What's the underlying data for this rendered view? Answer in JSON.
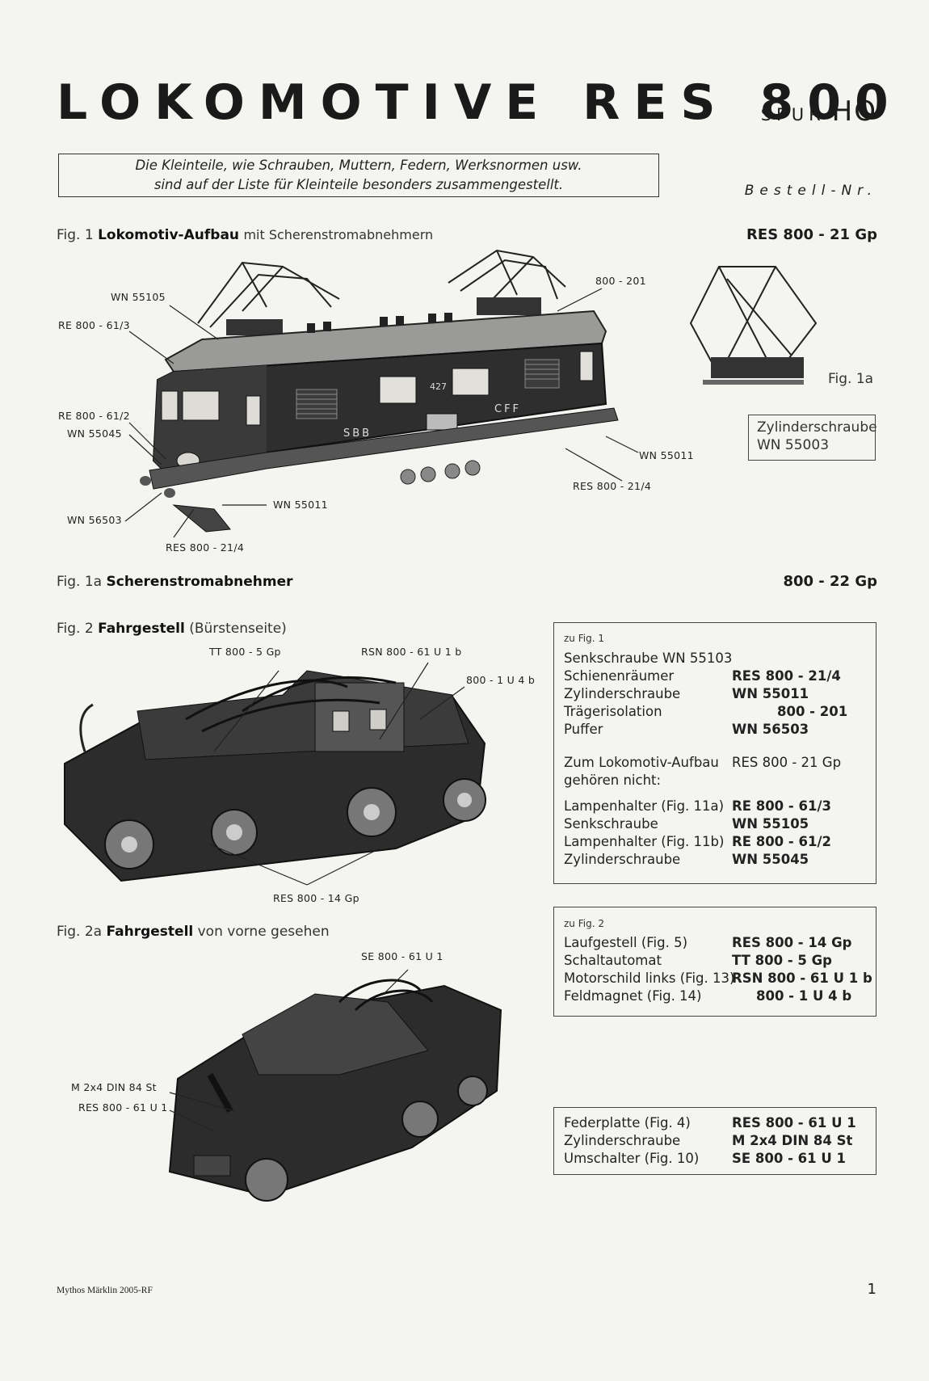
{
  "header": {
    "title": "LOKOMOTIVE RES 800",
    "spur_label": "SPUR",
    "spur_value": "HO",
    "notice_line1": "Die Kleinteile, wie Schrauben, Muttern, Federn, Werksnormen usw.",
    "notice_line2": "sind auf der Liste für Kleinteile besonders zusammengestellt.",
    "bestell": "Bestell-Nr."
  },
  "fig1": {
    "prefix": "Fig. 1",
    "bold": "Lokomotiv-Aufbau",
    "rest": "mit Scherenstromabnehmern",
    "order": "RES 800 - 21 Gp",
    "labels": {
      "wn55105": "WN 55105",
      "re800_613": "RE 800 - 61/3",
      "re800_612": "RE 800 - 61/2",
      "wn55045": "WN 55045",
      "wn56503": "WN 56503",
      "wn55011_bottom": "WN 55011",
      "res800_214_bottom": "RES 800 - 21/4",
      "t800_201": "800 - 201",
      "wn55011_right": "WN 55011",
      "res800_214_right": "RES 800 - 21/4"
    },
    "loco_text": {
      "sbb": "SBB",
      "cff": "CFF",
      "number": "427"
    }
  },
  "fig1a": {
    "label": "Fig. 1a",
    "callout_line1": "Zylinderschraube",
    "callout_line2": "WN 55003",
    "prefix": "Fig. 1a",
    "bold": "Scherenstromabnehmer",
    "order": "800 - 22 Gp"
  },
  "fig2": {
    "prefix": "Fig. 2",
    "bold": "Fahrgestell",
    "rest": "(Bürstenseite)",
    "labels": {
      "tt": "TT 800 - 5 Gp",
      "rsn": "RSN 800 - 61 U 1 b",
      "u4b": "800 - 1 U 4 b",
      "res14": "RES 800 - 14 Gp"
    }
  },
  "fig2a": {
    "prefix": "Fig. 2a",
    "bold": "Fahrgestell",
    "rest": "von vorne gesehen",
    "labels": {
      "se": "SE 800 - 61 U 1",
      "m2x4": "M 2x4 DIN 84 St",
      "res61": "RES 800 - 61 U 1"
    }
  },
  "table1": {
    "heading": "zu Fig. 1",
    "first": "Senkschraube WN 55103",
    "rows": [
      {
        "l": "Schienenräumer",
        "r": "RES 800 - 21/4"
      },
      {
        "l": "Zylinderschraube",
        "r": "WN 55011"
      },
      {
        "l": "Trägerisolation",
        "r": "800 - 201"
      },
      {
        "l": "Puffer",
        "r": "WN 56503"
      }
    ],
    "zum_l1": "Zum Lokomotiv-Aufbau",
    "zum_l2": "gehören nicht:",
    "zum_r": "RES 800 - 21 Gp",
    "rows2": [
      {
        "l": "Lampenhalter (Fig. 11a)",
        "r": "RE 800 - 61/3"
      },
      {
        "l": "Senkschraube",
        "r": "WN 55105"
      },
      {
        "l": "Lampenhalter (Fig. 11b)",
        "r": "RE 800 - 61/2"
      },
      {
        "l": "Zylinderschraube",
        "r": "WN 55045"
      }
    ]
  },
  "table2": {
    "heading": "zu Fig. 2",
    "rows": [
      {
        "l": "Laufgestell (Fig. 5)",
        "r": "RES 800 - 14 Gp"
      },
      {
        "l": "Schaltautomat",
        "r": "TT 800 - 5 Gp"
      },
      {
        "l": "Motorschild links (Fig. 13)",
        "r": "RSN 800 - 61 U 1 b"
      },
      {
        "l": "Feldmagnet (Fig. 14)",
        "r": "800 - 1 U 4 b"
      }
    ]
  },
  "table3": {
    "rows": [
      {
        "l": "Federplatte (Fig. 4)",
        "r": "RES 800 - 61 U 1"
      },
      {
        "l": "Zylinderschraube",
        "r": "M 2x4 DIN 84 St"
      },
      {
        "l": "Umschalter (Fig. 10)",
        "r": "SE 800 - 61 U 1"
      }
    ]
  },
  "footer": {
    "credit": "Mythos Märklin 2005-RF",
    "page": "1"
  }
}
